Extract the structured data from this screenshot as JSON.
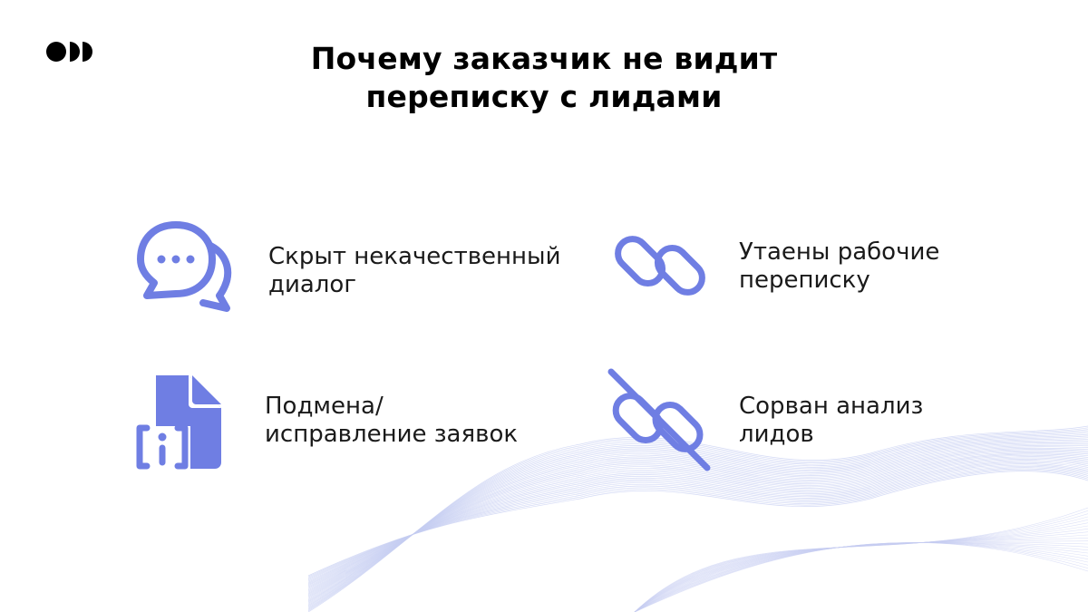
{
  "title": {
    "line1": "Почему заказчик не видит",
    "line2": "переписку с лидами"
  },
  "colors": {
    "accent": "#6f7ee3",
    "text": "#1a1a1a",
    "waves": "#c6cdf2"
  },
  "items": [
    {
      "icon": "chat-bubbles-icon",
      "line1": "Скрыт некачественный",
      "line2": "диалог"
    },
    {
      "icon": "chain-link-icon",
      "line1": "Утаены рабочие",
      "line2": "переписку"
    },
    {
      "icon": "document-info-icon",
      "line1": "Подмена/",
      "line2": "исправление заявок"
    },
    {
      "icon": "broken-link-icon",
      "line1": "Сорван анализ",
      "line2": "лидов"
    }
  ]
}
